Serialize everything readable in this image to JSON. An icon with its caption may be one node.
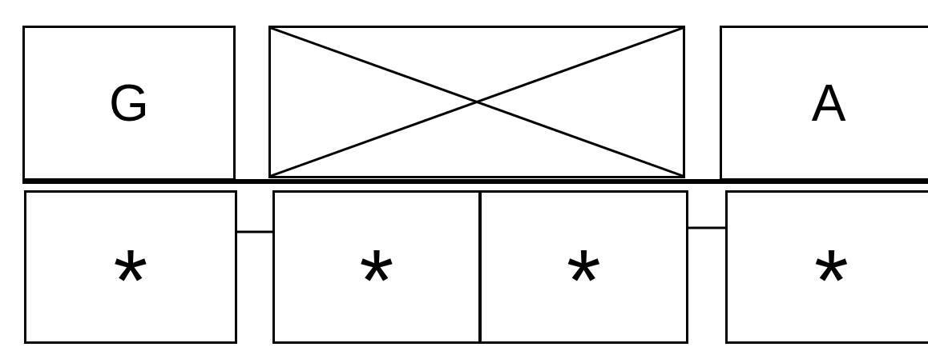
{
  "diagram": {
    "nodes": [
      {
        "text": [
          "G"
        ]
      },
      {
        "text": [],
        "shape": "box"
      },
      {
        "text": [
          "A"
        ]
      },
      {
        "text": [
          "*"
        ]
      },
      {
        "text": [
          "*"
        ]
      },
      {
        "text": [
          "*"
        ]
      },
      {
        "text": [
          "*"
        ]
      }
    ],
    "edges": [
      {
        "from": 3,
        "to": 4,
        "arrow": "none"
      },
      {
        "from": 5,
        "to": 6,
        "arrow": "none"
      }
    ]
  }
}
